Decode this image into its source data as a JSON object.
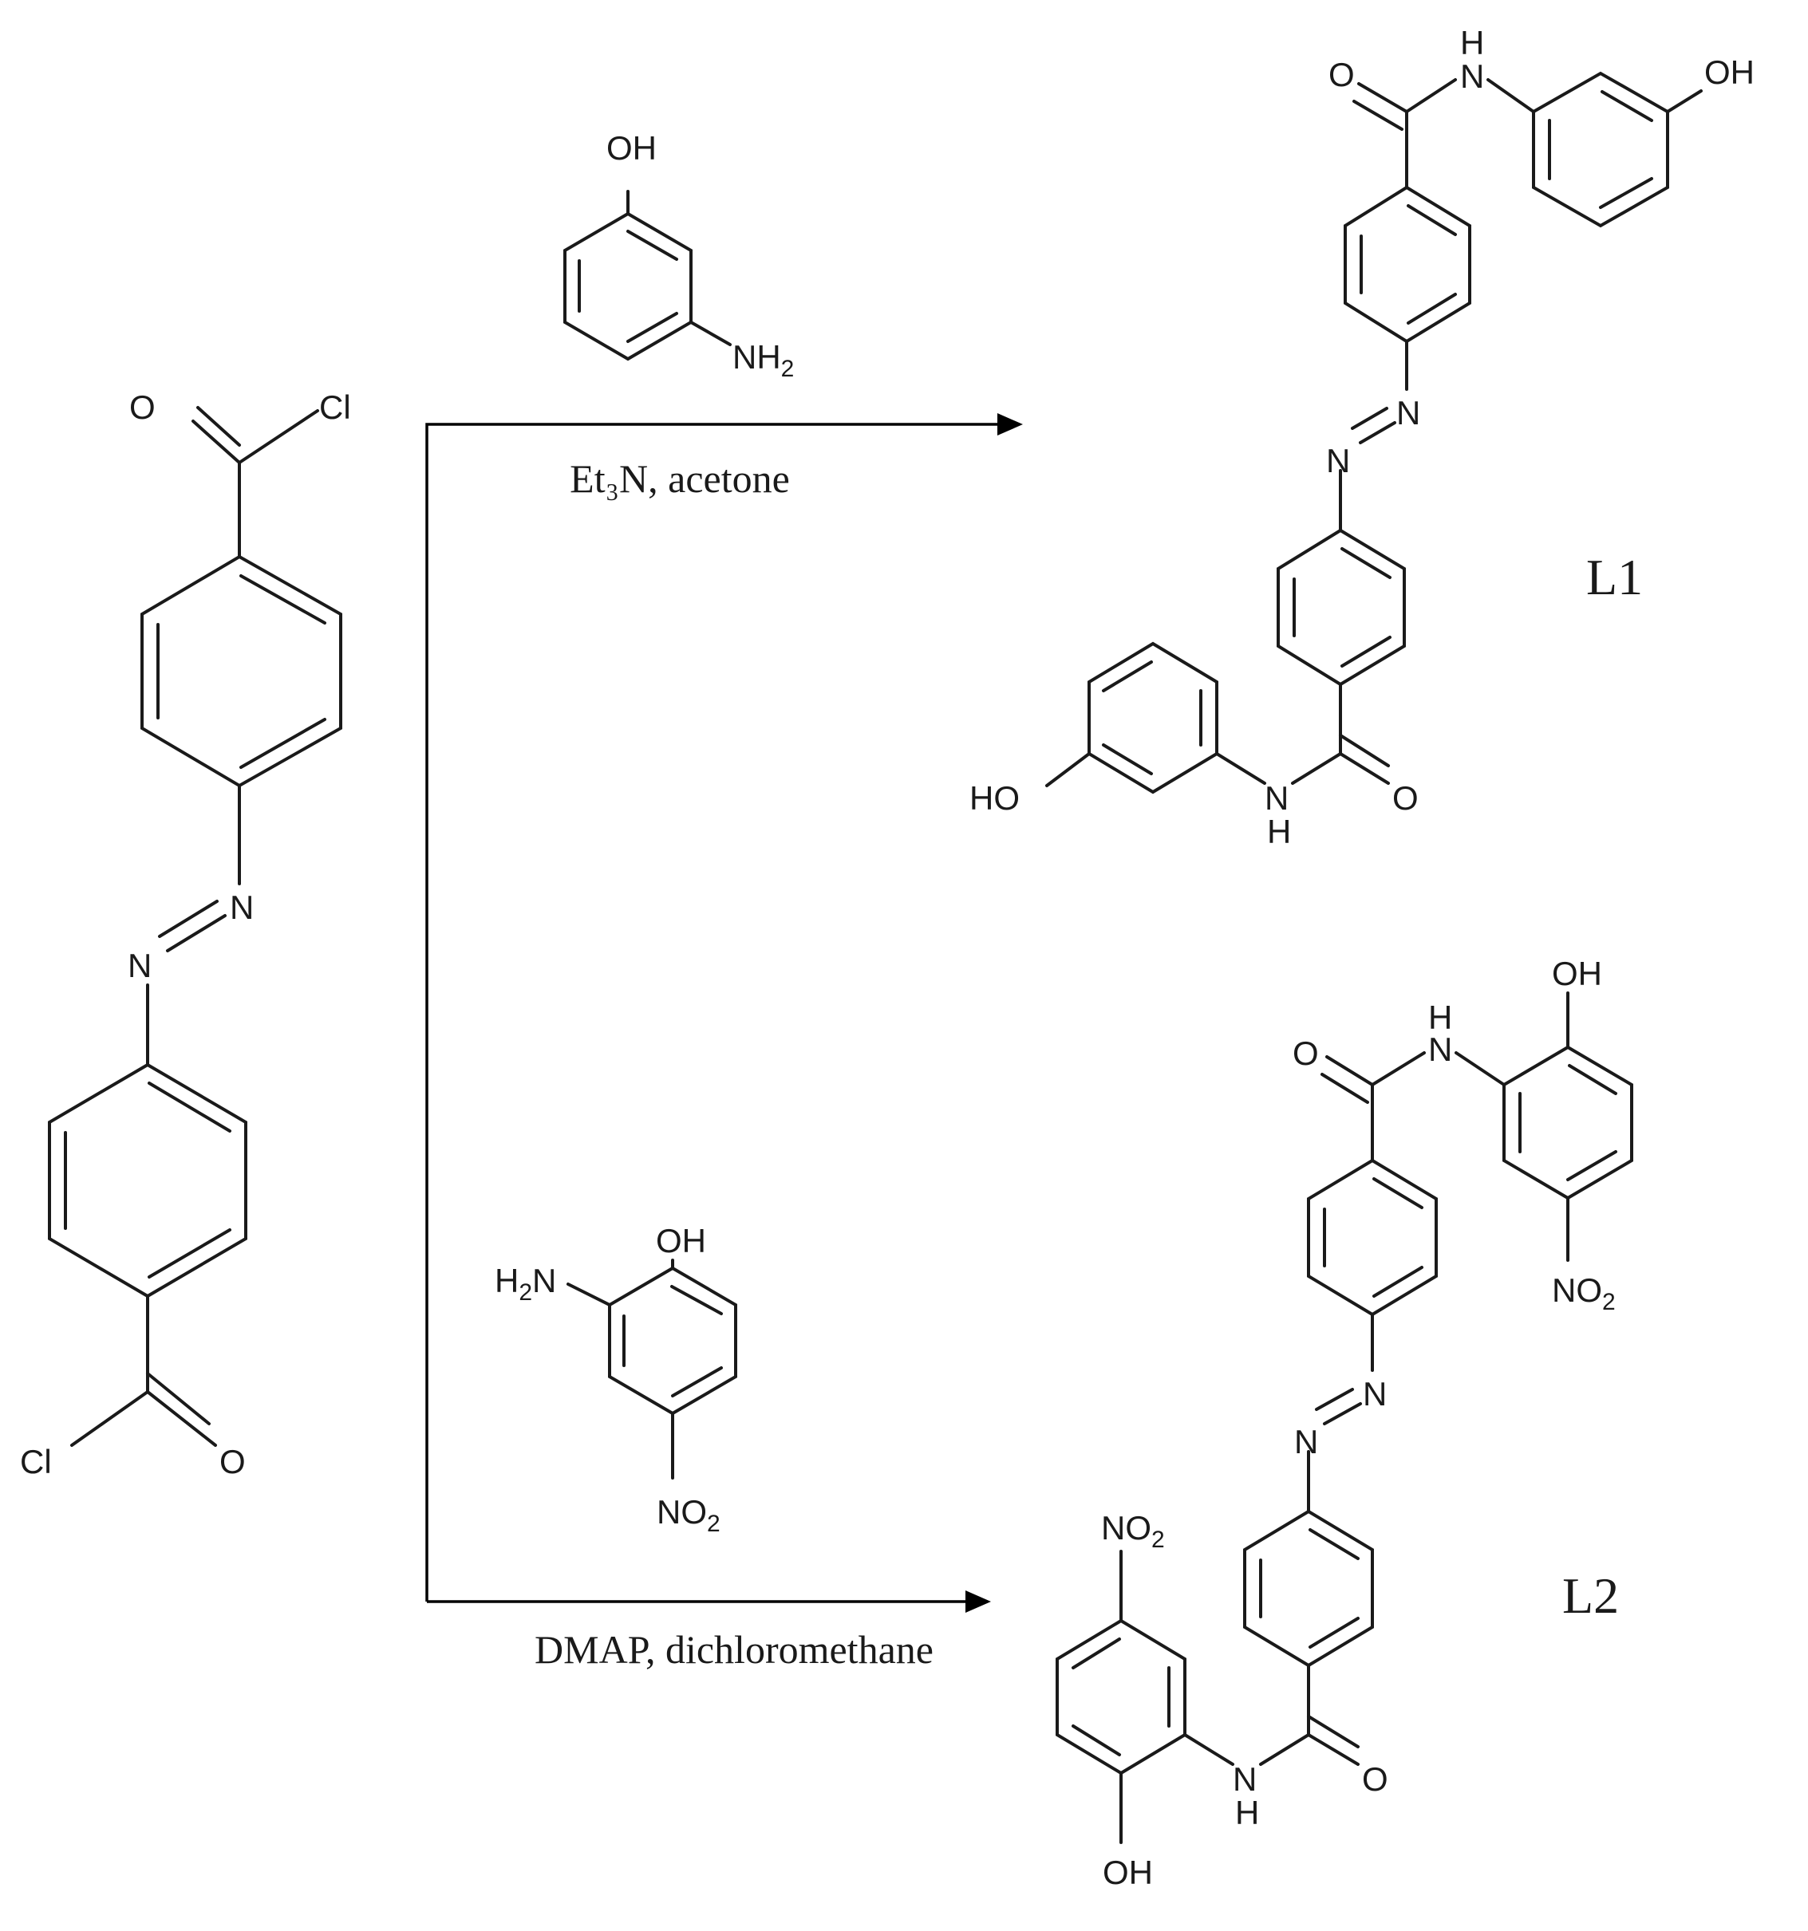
{
  "reactions": {
    "top_conditions": "Et₃N, acetone",
    "bottom_conditions": "DMAP, dichloromethane"
  },
  "products": {
    "l1": "L1",
    "l2": "L2"
  },
  "atoms": {
    "O": "O",
    "Cl": "Cl",
    "N": "N",
    "H": "H",
    "OH": "OH",
    "HO": "HO",
    "NH2": {
      "main": "NH",
      "sub": "2"
    },
    "H2N": {
      "pre": "H",
      "sub": "2",
      "post": "N"
    },
    "NO2": {
      "main": "NO",
      "sub": "2"
    }
  }
}
